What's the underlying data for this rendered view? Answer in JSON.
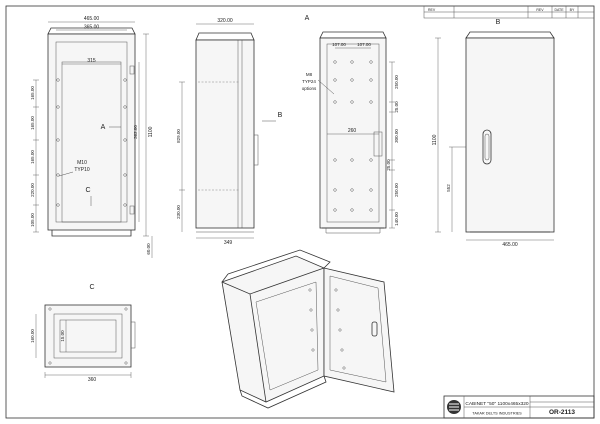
{
  "views": {
    "front": {
      "width_outer": "465.00",
      "width_inner": "365.00",
      "width_plate": "315",
      "height_total": "1100",
      "height_inner": "362.00",
      "left_dims": [
        "165.00",
        "165.00",
        "165.00",
        "220.00",
        "105.00"
      ],
      "bottom_dim": "60.00",
      "label_a": "A",
      "label_c": "C",
      "note_line1": "M10",
      "note_line2": "TYP10"
    },
    "side": {
      "depth_outer": "320.00",
      "depth_bottom": "349",
      "height_inner": "829.00",
      "height_base": "230.00",
      "label_b": "B"
    },
    "rear": {
      "title": "A",
      "top_dim_left": "107.00",
      "top_dim_right": "107.00",
      "mid_dim": "260",
      "right_dims": [
        "250.00",
        "25.00",
        "300.00",
        "25.00",
        "250.00",
        "140.00"
      ],
      "note_line1": "M8",
      "note_line2": "TYP24",
      "note_line3": "options"
    },
    "door": {
      "title": "B",
      "height_total": "1100",
      "height_handle": "552",
      "width_bottom": "465.00"
    },
    "bottom": {
      "title": "C",
      "width": "360",
      "depth_left": "160.00",
      "depth_inner": "15.00"
    }
  },
  "title_block": {
    "rev_header": [
      "REV",
      "REV",
      "DATE",
      "BY"
    ],
    "title": "CABINET \"50\" 1100x465x320",
    "drawing_no": "OR-2113",
    "company": "TAKAR DELTS INDUSTRIES"
  }
}
